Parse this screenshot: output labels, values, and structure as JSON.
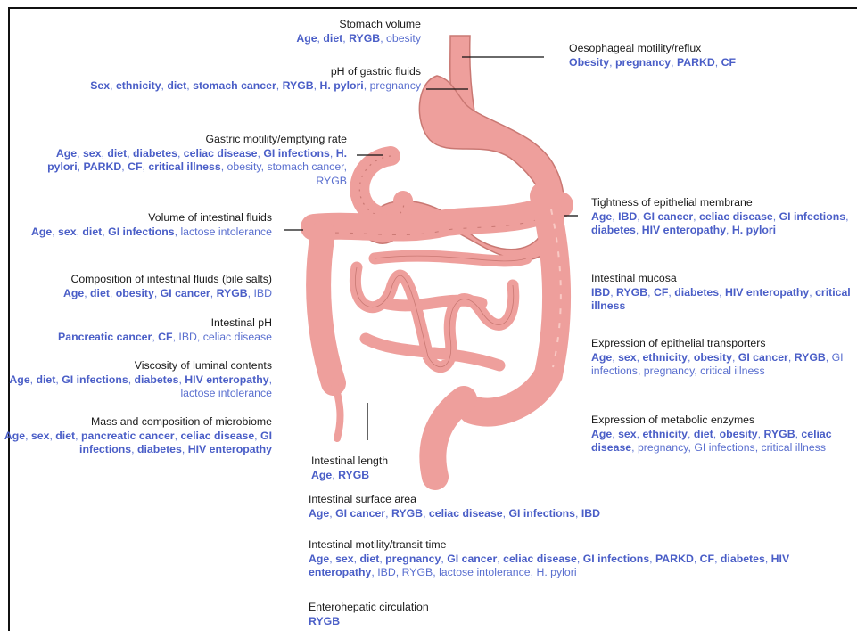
{
  "colors": {
    "strong_factor": "#4a5ec7",
    "weak_factor": "#5a6fcf",
    "title_text": "#1a1a1a",
    "organ_fill": "#ee9f9c",
    "organ_shadow": "#c97873",
    "organ_highlight": "#f9c9c4"
  },
  "legend_encoding": {
    "bold": "strong_factor",
    "normal": "weak_factor"
  },
  "annotations": [
    {
      "id": "stomach-volume",
      "title": "Stomach volume",
      "factors": [
        {
          "t": "Age",
          "b": true
        },
        {
          "t": "diet",
          "b": true
        },
        {
          "t": "RYGB",
          "b": true
        },
        {
          "t": "obesity",
          "b": false
        }
      ]
    },
    {
      "id": "ph-gastric",
      "title": "pH of gastric fluids",
      "factors": [
        {
          "t": "Sex",
          "b": true
        },
        {
          "t": "ethnicity",
          "b": true
        },
        {
          "t": "diet",
          "b": true
        },
        {
          "t": "stomach cancer",
          "b": true
        },
        {
          "t": "RYGB",
          "b": true
        },
        {
          "t": "H. pylori",
          "b": true
        },
        {
          "t": "pregnancy",
          "b": false
        }
      ]
    },
    {
      "id": "gastric-motility",
      "title": "Gastric motility/emptying rate",
      "factors": [
        {
          "t": "Age",
          "b": true
        },
        {
          "t": "sex",
          "b": true
        },
        {
          "t": "diet",
          "b": true
        },
        {
          "t": "diabetes",
          "b": true
        },
        {
          "t": "celiac disease",
          "b": true
        },
        {
          "t": "GI infections",
          "b": true
        },
        {
          "t": "H. pylori",
          "b": true
        },
        {
          "t": "PARKD",
          "b": true
        },
        {
          "t": "CF",
          "b": true
        },
        {
          "t": "critical illness",
          "b": true
        },
        {
          "t": "obesity",
          "b": false
        },
        {
          "t": "stomach cancer",
          "b": false
        },
        {
          "t": "RYGB",
          "b": false
        }
      ]
    },
    {
      "id": "volume-fluids",
      "title": "Volume of intestinal fluids",
      "factors": [
        {
          "t": "Age",
          "b": true
        },
        {
          "t": "sex",
          "b": true
        },
        {
          "t": "diet",
          "b": true
        },
        {
          "t": "GI infections",
          "b": true
        },
        {
          "t": "lactose intolerance",
          "b": false
        }
      ]
    },
    {
      "id": "composition-fluids",
      "title": "Composition of intestinal fluids (bile salts)",
      "factors": [
        {
          "t": "Age",
          "b": true
        },
        {
          "t": "diet",
          "b": true
        },
        {
          "t": "obesity",
          "b": true
        },
        {
          "t": "GI cancer",
          "b": true
        },
        {
          "t": "RYGB",
          "b": true
        },
        {
          "t": "IBD",
          "b": false
        }
      ]
    },
    {
      "id": "intestinal-ph",
      "title": "Intestinal pH",
      "factors": [
        {
          "t": "Pancreatic cancer",
          "b": true
        },
        {
          "t": "CF",
          "b": true
        },
        {
          "t": "IBD",
          "b": false
        },
        {
          "t": "celiac disease",
          "b": false
        }
      ]
    },
    {
      "id": "viscosity",
      "title": "Viscosity of luminal contents",
      "factors": [
        {
          "t": "Age",
          "b": true
        },
        {
          "t": "diet",
          "b": true
        },
        {
          "t": "GI infections",
          "b": true
        },
        {
          "t": "diabetes",
          "b": true
        },
        {
          "t": "HIV enteropathy",
          "b": true
        },
        {
          "t": "lactose intolerance",
          "b": false
        }
      ]
    },
    {
      "id": "microbiome",
      "title": "Mass and composition of microbiome",
      "factors": [
        {
          "t": "Age",
          "b": true
        },
        {
          "t": "sex",
          "b": true
        },
        {
          "t": "diet",
          "b": true
        },
        {
          "t": "pancreatic cancer",
          "b": true
        },
        {
          "t": "celiac disease",
          "b": true
        },
        {
          "t": "GI infections",
          "b": true
        },
        {
          "t": "diabetes",
          "b": true
        },
        {
          "t": "HIV enteropathy",
          "b": true
        }
      ]
    },
    {
      "id": "oesophageal",
      "title": "Oesophageal motility/reflux",
      "factors": [
        {
          "t": "Obesity",
          "b": true
        },
        {
          "t": "pregnancy",
          "b": true
        },
        {
          "t": "PARKD",
          "b": true
        },
        {
          "t": "CF",
          "b": true
        }
      ]
    },
    {
      "id": "tightness",
      "title": "Tightness of epithelial membrane",
      "factors": [
        {
          "t": "Age",
          "b": true
        },
        {
          "t": "IBD",
          "b": true
        },
        {
          "t": "GI cancer",
          "b": true
        },
        {
          "t": "celiac disease",
          "b": true
        },
        {
          "t": "GI infections",
          "b": true
        },
        {
          "t": "diabetes",
          "b": true
        },
        {
          "t": "HIV enteropathy",
          "b": true
        },
        {
          "t": "H. pylori",
          "b": true
        }
      ]
    },
    {
      "id": "mucosa",
      "title": "Intestinal mucosa",
      "factors": [
        {
          "t": "IBD",
          "b": true
        },
        {
          "t": "RYGB",
          "b": true
        },
        {
          "t": "CF",
          "b": true
        },
        {
          "t": "diabetes",
          "b": true
        },
        {
          "t": "HIV enteropathy",
          "b": true
        },
        {
          "t": "critical illness",
          "b": true
        }
      ]
    },
    {
      "id": "transporters",
      "title": "Expression of epithelial transporters",
      "factors": [
        {
          "t": "Age",
          "b": true
        },
        {
          "t": "sex",
          "b": true
        },
        {
          "t": "ethnicity",
          "b": true
        },
        {
          "t": "obesity",
          "b": true
        },
        {
          "t": "GI cancer",
          "b": true
        },
        {
          "t": "RYGB",
          "b": true
        },
        {
          "t": "GI infections",
          "b": false
        },
        {
          "t": "pregnancy",
          "b": false
        },
        {
          "t": "critical illness",
          "b": false
        }
      ]
    },
    {
      "id": "enzymes",
      "title": "Expression of metabolic enzymes",
      "factors": [
        {
          "t": "Age",
          "b": true
        },
        {
          "t": "sex",
          "b": true
        },
        {
          "t": "ethnicity",
          "b": true
        },
        {
          "t": "diet",
          "b": true
        },
        {
          "t": "obesity",
          "b": true
        },
        {
          "t": "RYGB",
          "b": true
        },
        {
          "t": "celiac disease",
          "b": true
        },
        {
          "t": "pregnancy",
          "b": false
        },
        {
          "t": "GI infections",
          "b": false
        },
        {
          "t": "critical illness",
          "b": false
        }
      ]
    },
    {
      "id": "length",
      "title": "Intestinal length",
      "factors": [
        {
          "t": "Age",
          "b": true
        },
        {
          "t": "RYGB",
          "b": true
        }
      ]
    },
    {
      "id": "surface",
      "title": "Intestinal surface area",
      "factors": [
        {
          "t": "Age",
          "b": true
        },
        {
          "t": "GI cancer",
          "b": true
        },
        {
          "t": "RYGB",
          "b": true
        },
        {
          "t": "celiac disease",
          "b": true
        },
        {
          "t": "GI infections",
          "b": true
        },
        {
          "t": "IBD",
          "b": true
        }
      ]
    },
    {
      "id": "motility-transit",
      "title": "Intestinal motility/transit time",
      "factors": [
        {
          "t": "Age",
          "b": true
        },
        {
          "t": "sex",
          "b": true
        },
        {
          "t": "diet",
          "b": true
        },
        {
          "t": "pregnancy",
          "b": true
        },
        {
          "t": "GI cancer",
          "b": true
        },
        {
          "t": "celiac disease",
          "b": true
        },
        {
          "t": "GI infections",
          "b": true
        },
        {
          "t": "PARKD",
          "b": true
        },
        {
          "t": "CF",
          "b": true
        },
        {
          "t": "diabetes",
          "b": true
        },
        {
          "t": "HIV enteropathy",
          "b": true
        },
        {
          "t": "IBD",
          "b": false
        },
        {
          "t": "RYGB",
          "b": false
        },
        {
          "t": "lactose intolerance",
          "b": false
        },
        {
          "t": "H. pylori",
          "b": false
        }
      ]
    },
    {
      "id": "enterohepatic",
      "title": "Enterohepatic circulation",
      "factors": [
        {
          "t": "RYGB",
          "b": true
        }
      ]
    }
  ]
}
